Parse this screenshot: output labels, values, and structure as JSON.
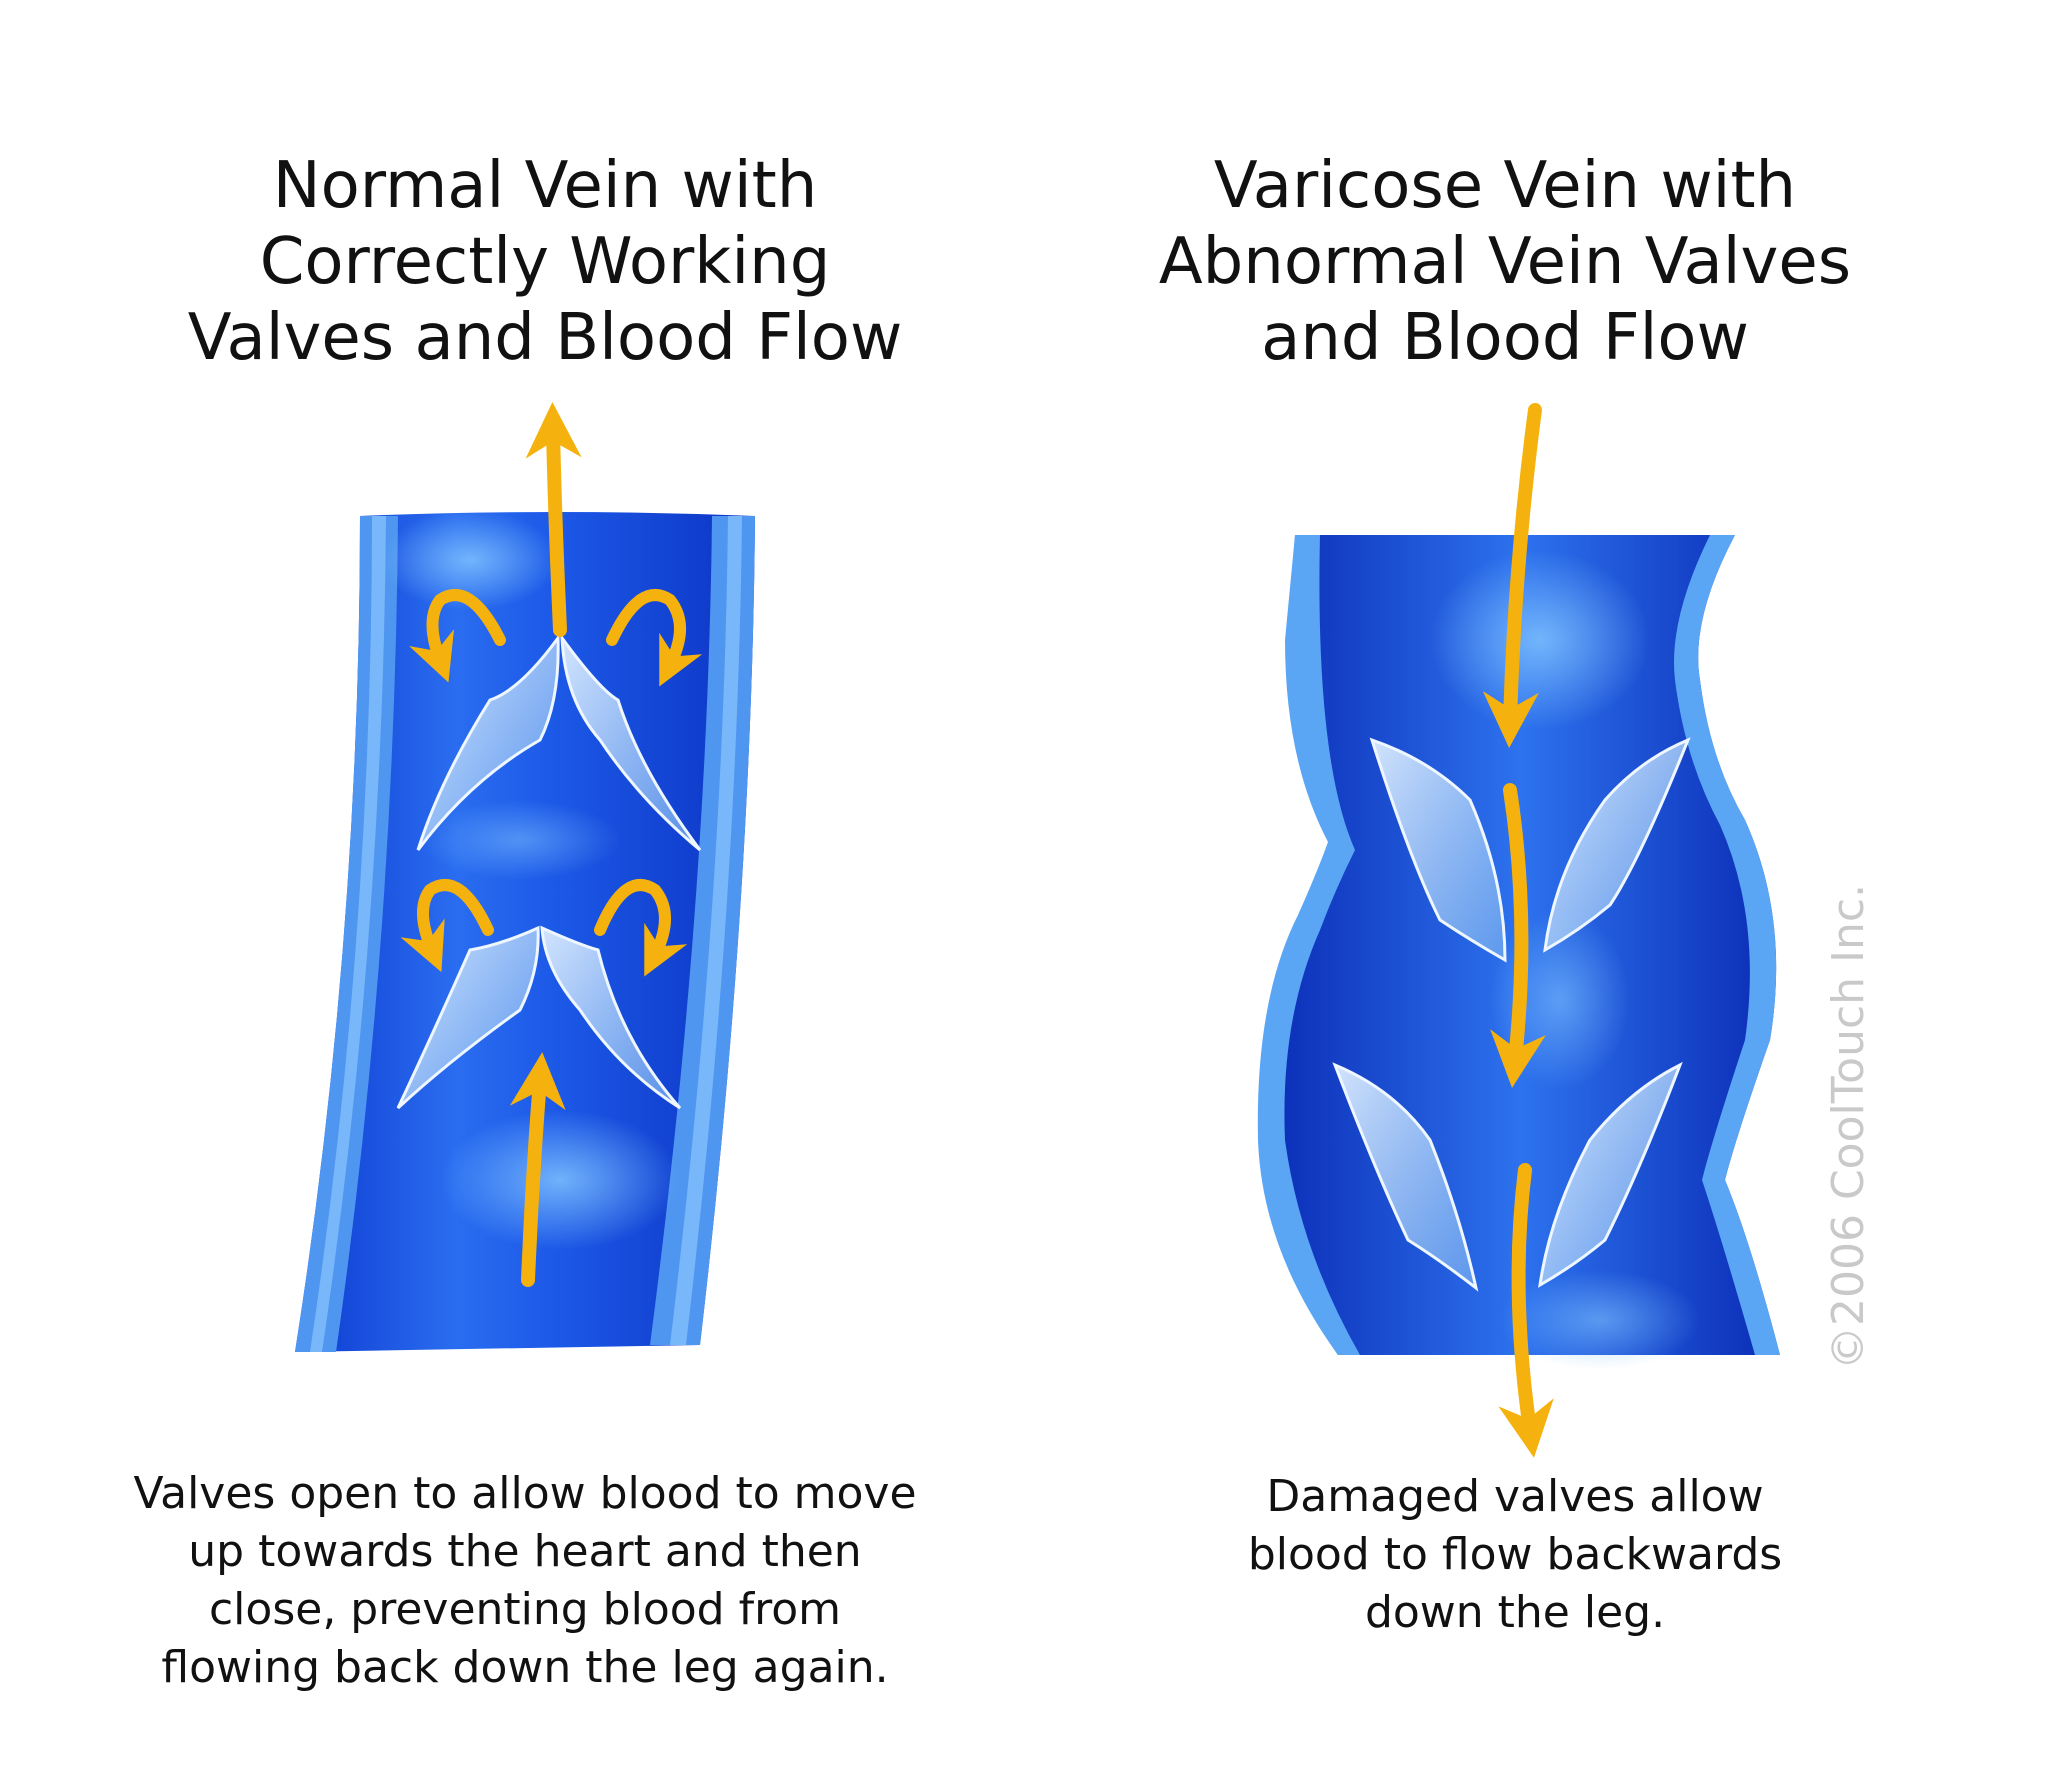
{
  "normal_panel": {
    "title_lines": [
      "Normal Vein with",
      "Correctly Working",
      "Valves and Blood Flow"
    ],
    "caption_lines": [
      "Valves open to allow blood to move",
      "up towards the heart and then",
      "close, preventing blood from",
      "flowing back down the leg again."
    ]
  },
  "varicose_panel": {
    "title_lines": [
      "Varicose Vein with",
      "Abnormal Vein Valves",
      "and Blood Flow"
    ],
    "caption_lines": [
      "Damaged valves allow",
      "blood to flow backwards",
      "down the leg."
    ]
  },
  "copyright": "©2006 CoolTouch Inc.",
  "colors": {
    "vein_blue": "#1a56e8",
    "vein_dark": "#0b2fb8",
    "vein_wall": "#5aa6f4",
    "valve": "#a8cdf6",
    "arrow": "#f5b20e",
    "text": "#111111",
    "copyright_gray": "#c9c9c9"
  }
}
